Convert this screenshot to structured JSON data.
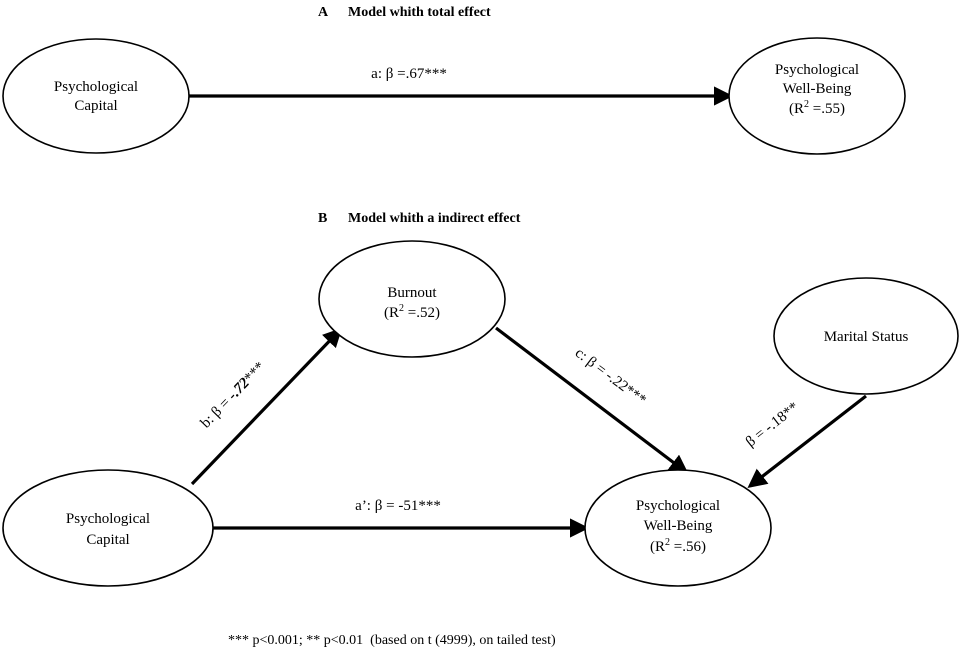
{
  "panel_a": {
    "letter": "A",
    "title": "Model whith total effect",
    "nodes": {
      "psycap": {
        "line1": "Psychological",
        "line2": "Capital"
      },
      "pwb": {
        "line1": "Psychological",
        "line2": "Well-Being",
        "r2_prefix": "(R",
        "r2_sup": "2",
        "r2_suffix": " =.55)"
      }
    },
    "edges": {
      "a": {
        "label": "a: β =.67***"
      }
    }
  },
  "panel_b": {
    "letter": "B",
    "title": "Model whith a indirect effect",
    "nodes": {
      "burnout": {
        "line1": "Burnout",
        "r2_prefix": "(R",
        "r2_sup": "2",
        "r2_suffix": " =.52)"
      },
      "marital": {
        "line1": "Marital Status"
      },
      "psycap": {
        "line1": "Psychological",
        "line2": "Capital"
      },
      "pwb": {
        "line1": "Psychological",
        "line2": "Well-Being",
        "r2_prefix": "(R",
        "r2_sup": "2",
        "r2_suffix": " =.56)"
      }
    },
    "edges": {
      "b": {
        "prefix": "b: β = ",
        "value": "-.72",
        "suffix": "***"
      },
      "c": {
        "label": "c: β = -.22***"
      },
      "a_prime": {
        "label": "a’: β = -51***"
      },
      "marital": {
        "label": "β = -.18**"
      }
    }
  },
  "footnote": "*** p<0.001; ** p<0.01  (based on t (4999), on tailed test)"
}
